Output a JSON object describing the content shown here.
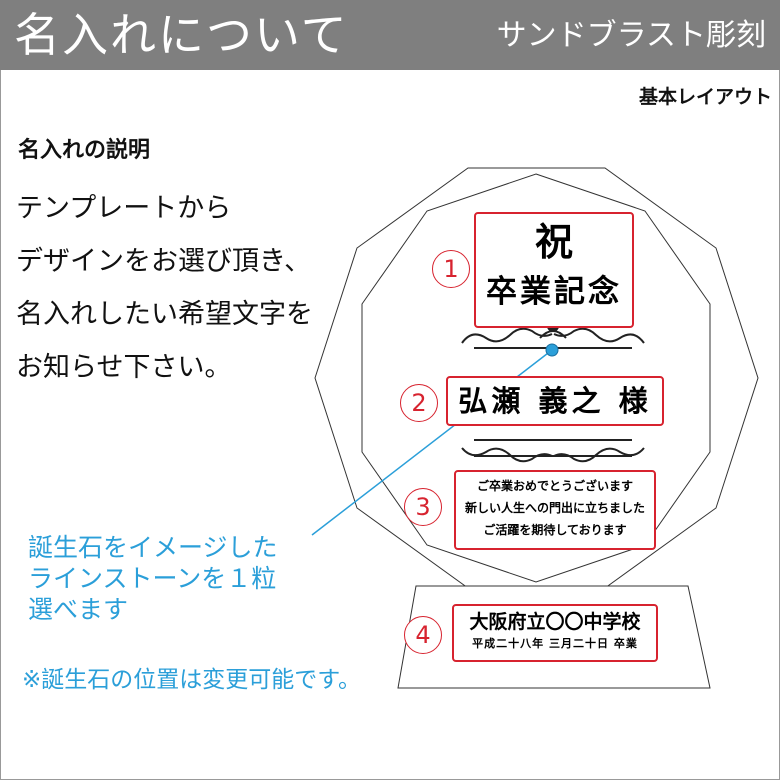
{
  "header": {
    "title": "名入れについて",
    "subtitle": "サンドブラスト彫刻"
  },
  "layout_label": "基本レイアウト",
  "section_title": "名入れの説明",
  "instructions": [
    "テンプレートから",
    "デザインをお選び頂き、",
    "名入れしたい希望文字を",
    "お知らせ下さい。"
  ],
  "stone_note": [
    "誕生石をイメージした",
    "ラインストーンを１粒",
    "選べます"
  ],
  "position_note": "※誕生石の位置は変更可能です。",
  "areas": {
    "a1": {
      "number": "1",
      "line1": "祝",
      "line2": "卒業記念"
    },
    "a2": {
      "number": "2",
      "name": "弘瀬 義之 様"
    },
    "a3": {
      "number": "3",
      "lines": [
        "ご卒業おめでとうございます",
        "新しい人生への門出に立ちました",
        "ご活躍を期待しております"
      ]
    },
    "a4": {
      "number": "4",
      "school": "大阪府立〇〇中学校",
      "graduation": "平成二十八年 三月二十日 卒業"
    }
  },
  "colors": {
    "header_bg": "#7f7f7f",
    "accent_red": "#d7232f",
    "stone_blue": "#2b9fd9"
  }
}
